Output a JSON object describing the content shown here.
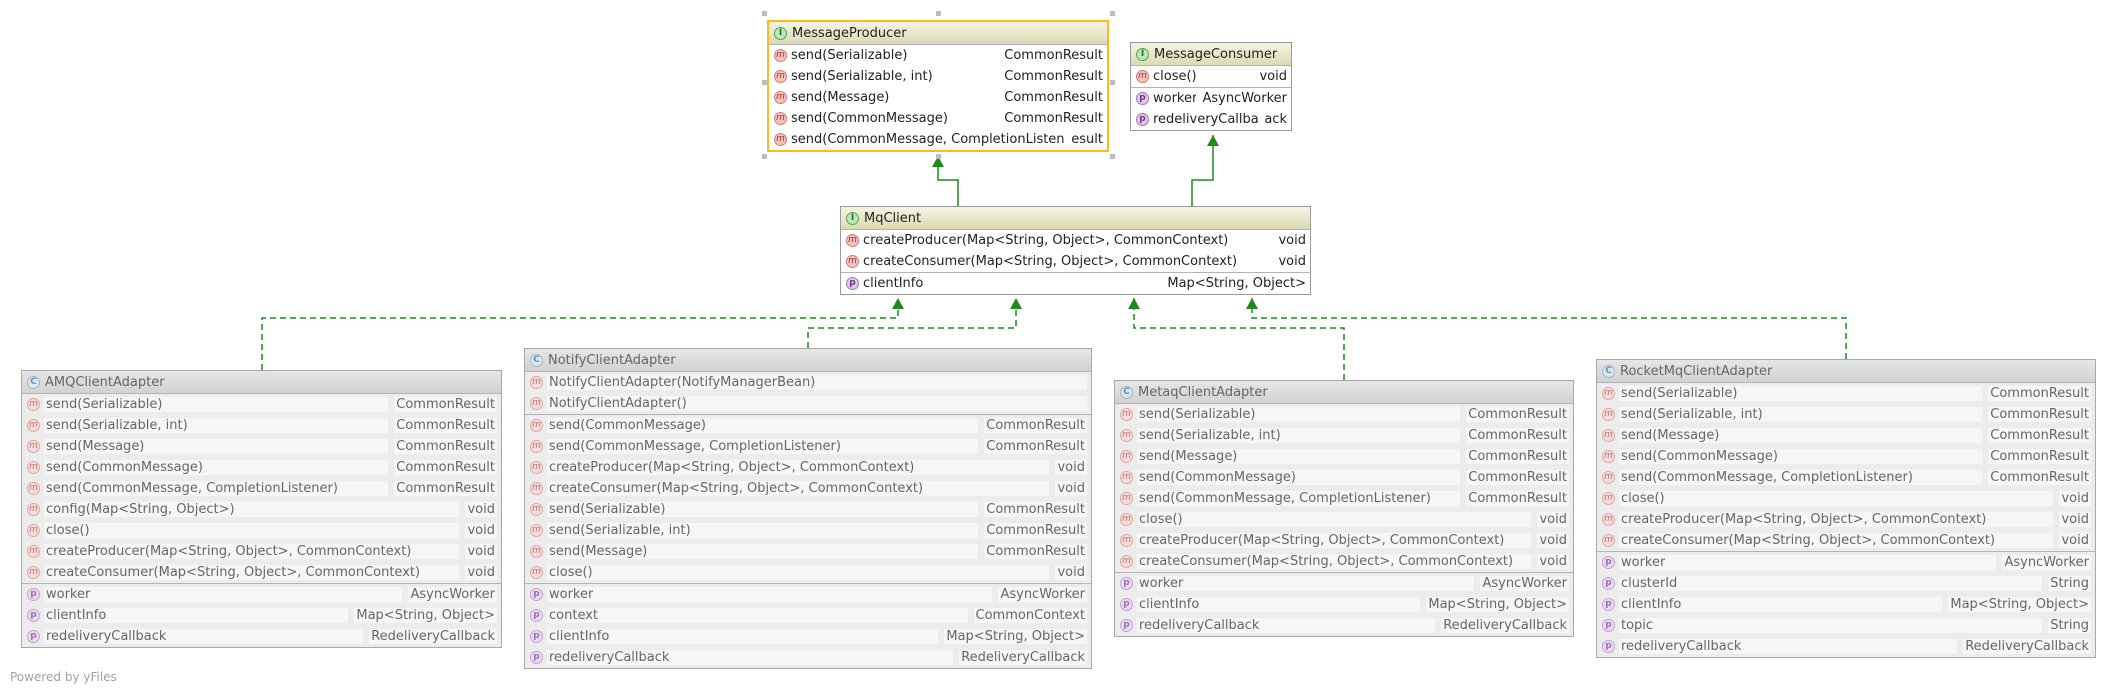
{
  "nodes": {
    "message_producer": {
      "kind": "I",
      "name": "MessageProducer",
      "sections": [
        [
          {
            "icon": "m",
            "sig": "send(Serializable)",
            "type": "CommonResult"
          },
          {
            "icon": "m",
            "sig": "send(Serializable, int)",
            "type": "CommonResult"
          },
          {
            "icon": "m",
            "sig": "send(Message)",
            "type": "CommonResult"
          },
          {
            "icon": "m",
            "sig": "send(CommonMessage)",
            "type": "CommonResult"
          },
          {
            "icon": "m",
            "sig": "send(CommonMessage, CompletionListener)",
            "type": "esult"
          }
        ]
      ]
    },
    "message_consumer": {
      "kind": "I",
      "name": "MessageConsumer",
      "sections": [
        [
          {
            "icon": "m",
            "sig": "close()",
            "type": "void"
          }
        ],
        [
          {
            "icon": "p",
            "sig": "worker",
            "type": "AsyncWorker"
          },
          {
            "icon": "p",
            "sig": "redeliveryCallback",
            "type": "ack"
          }
        ]
      ]
    },
    "mq_client": {
      "kind": "I",
      "name": "MqClient",
      "sections": [
        [
          {
            "icon": "m",
            "sig": "createProducer(Map<String, Object>, CommonContext)",
            "type": "void"
          },
          {
            "icon": "m",
            "sig": "createConsumer(Map<String, Object>, CommonContext)",
            "type": "void"
          }
        ],
        [
          {
            "icon": "p",
            "sig": "clientInfo",
            "type": "Map<String, Object>"
          }
        ]
      ]
    },
    "amq_client_adapter": {
      "kind": "C",
      "name": "AMQClientAdapter",
      "sections": [
        [
          {
            "icon": "m",
            "sig": "send(Serializable)",
            "type": "CommonResult"
          },
          {
            "icon": "m",
            "sig": "send(Serializable, int)",
            "type": "CommonResult"
          },
          {
            "icon": "m",
            "sig": "send(Message)",
            "type": "CommonResult"
          },
          {
            "icon": "m",
            "sig": "send(CommonMessage)",
            "type": "CommonResult"
          },
          {
            "icon": "m",
            "sig": "send(CommonMessage, CompletionListener)",
            "type": "CommonResult"
          },
          {
            "icon": "m",
            "sig": "config(Map<String, Object>)",
            "type": "void"
          },
          {
            "icon": "m",
            "sig": "close()",
            "type": "void"
          },
          {
            "icon": "m",
            "sig": "createProducer(Map<String, Object>, CommonContext)",
            "type": "void"
          },
          {
            "icon": "m",
            "sig": "createConsumer(Map<String, Object>, CommonContext)",
            "type": "void"
          }
        ],
        [
          {
            "icon": "p",
            "sig": "worker",
            "type": "AsyncWorker"
          },
          {
            "icon": "p",
            "sig": "clientInfo",
            "type": "Map<String, Object>"
          },
          {
            "icon": "p",
            "sig": "redeliveryCallback",
            "type": "RedeliveryCallback"
          }
        ]
      ]
    },
    "notify_client_adapter": {
      "kind": "C",
      "name": "NotifyClientAdapter",
      "sections": [
        [
          {
            "icon": "m",
            "sig": "NotifyClientAdapter(NotifyManagerBean)",
            "type": ""
          },
          {
            "icon": "m",
            "sig": "NotifyClientAdapter()",
            "type": ""
          }
        ],
        [
          {
            "icon": "m",
            "sig": "send(CommonMessage)",
            "type": "CommonResult"
          },
          {
            "icon": "m",
            "sig": "send(CommonMessage, CompletionListener)",
            "type": "CommonResult"
          },
          {
            "icon": "m",
            "sig": "createProducer(Map<String, Object>, CommonContext)",
            "type": "void"
          },
          {
            "icon": "m",
            "sig": "createConsumer(Map<String, Object>, CommonContext)",
            "type": "void"
          },
          {
            "icon": "m",
            "sig": "send(Serializable)",
            "type": "CommonResult"
          },
          {
            "icon": "m",
            "sig": "send(Serializable, int)",
            "type": "CommonResult"
          },
          {
            "icon": "m",
            "sig": "send(Message)",
            "type": "CommonResult"
          },
          {
            "icon": "m",
            "sig": "close()",
            "type": "void"
          }
        ],
        [
          {
            "icon": "p",
            "sig": "worker",
            "type": "AsyncWorker"
          },
          {
            "icon": "p",
            "sig": "context",
            "type": "CommonContext"
          },
          {
            "icon": "p",
            "sig": "clientInfo",
            "type": "Map<String, Object>"
          },
          {
            "icon": "p",
            "sig": "redeliveryCallback",
            "type": "RedeliveryCallback"
          }
        ]
      ]
    },
    "metaq_client_adapter": {
      "kind": "C",
      "name": "MetaqClientAdapter",
      "sections": [
        [
          {
            "icon": "m",
            "sig": "send(Serializable)",
            "type": "CommonResult"
          },
          {
            "icon": "m",
            "sig": "send(Serializable, int)",
            "type": "CommonResult"
          },
          {
            "icon": "m",
            "sig": "send(Message)",
            "type": "CommonResult"
          },
          {
            "icon": "m",
            "sig": "send(CommonMessage)",
            "type": "CommonResult"
          },
          {
            "icon": "m",
            "sig": "send(CommonMessage, CompletionListener)",
            "type": "CommonResult"
          },
          {
            "icon": "m",
            "sig": "close()",
            "type": "void"
          },
          {
            "icon": "m",
            "sig": "createProducer(Map<String, Object>, CommonContext)",
            "type": "void"
          },
          {
            "icon": "m",
            "sig": "createConsumer(Map<String, Object>, CommonContext)",
            "type": "void"
          }
        ],
        [
          {
            "icon": "p",
            "sig": "worker",
            "type": "AsyncWorker"
          },
          {
            "icon": "p",
            "sig": "clientInfo",
            "type": "Map<String, Object>"
          },
          {
            "icon": "p",
            "sig": "redeliveryCallback",
            "type": "RedeliveryCallback"
          }
        ]
      ]
    },
    "rocketmq_client_adapter": {
      "kind": "C",
      "name": "RocketMqClientAdapter",
      "sections": [
        [
          {
            "icon": "m",
            "sig": "send(Serializable)",
            "type": "CommonResult"
          },
          {
            "icon": "m",
            "sig": "send(Serializable, int)",
            "type": "CommonResult"
          },
          {
            "icon": "m",
            "sig": "send(Message)",
            "type": "CommonResult"
          },
          {
            "icon": "m",
            "sig": "send(CommonMessage)",
            "type": "CommonResult"
          },
          {
            "icon": "m",
            "sig": "send(CommonMessage, CompletionListener)",
            "type": "CommonResult"
          },
          {
            "icon": "m",
            "sig": "close()",
            "type": "void"
          },
          {
            "icon": "m",
            "sig": "createProducer(Map<String, Object>, CommonContext)",
            "type": "void"
          },
          {
            "icon": "m",
            "sig": "createConsumer(Map<String, Object>, CommonContext)",
            "type": "void"
          }
        ],
        [
          {
            "icon": "p",
            "sig": "worker",
            "type": "AsyncWorker"
          },
          {
            "icon": "p",
            "sig": "clusterId",
            "type": "String"
          },
          {
            "icon": "p",
            "sig": "clientInfo",
            "type": "Map<String, Object>"
          },
          {
            "icon": "p",
            "sig": "topic",
            "type": "String"
          },
          {
            "icon": "p",
            "sig": "redeliveryCallback",
            "type": "RedeliveryCallback"
          }
        ]
      ]
    }
  },
  "watermark": "Powered by yFiles",
  "colors": {
    "edge": "#1f8a1f",
    "selection": "#ffb820",
    "interface_icon": "#52a852",
    "class_icon": "#6f9cc0"
  }
}
